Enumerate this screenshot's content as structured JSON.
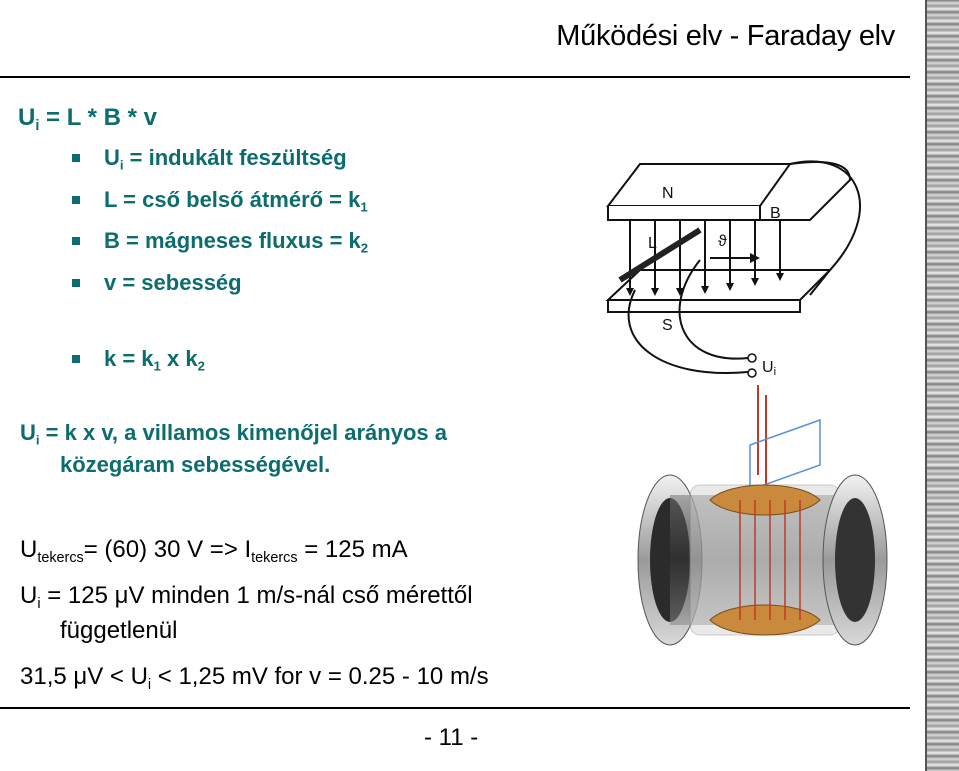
{
  "title": "Működési elv - Faraday elv",
  "formula": {
    "main": "U",
    "main_sub": "i",
    "rest": " = L * B * v"
  },
  "bullets": [
    {
      "pre": "U",
      "sub": "i",
      "post": " = indukált feszültség"
    },
    {
      "pre": "L = cső belső átmérő = k",
      "sub": "1",
      "post": ""
    },
    {
      "pre": "B = mágneses fluxus = k",
      "sub": "2",
      "post": ""
    },
    {
      "pre": "v = sebesség",
      "sub": "",
      "post": ""
    }
  ],
  "k_bullet": {
    "a": "k = k",
    "a_sub": "1",
    "b": " x k",
    "b_sub": "2"
  },
  "statement": {
    "pre": "U",
    "sub": "i",
    "line1": " = k x v, a villamos kimenőjel arányos a",
    "line2": "közegáram sebességével."
  },
  "specs": {
    "line1": {
      "a": "U",
      "a_sub": "tekercs",
      "b": "= (60) 30 V => I",
      "b_sub": "tekercs",
      "c": " = 125 mA"
    },
    "line2": {
      "a": "U",
      "a_sub": "i",
      "b": " = 125 μV minden 1 m/s-nál cső mérettől"
    },
    "line3": "függetlenül",
    "line4": {
      "a": "31,5 μV < U",
      "a_sub": "i",
      "b": " < 1,25 mV for v = 0.25 - 10 m/s"
    }
  },
  "diagram_labels": {
    "north": "N",
    "south": "S",
    "b": "B",
    "l": "L",
    "v": "ϑ",
    "ui": "U",
    "ui_sub": "i"
  },
  "page_number": "- 11 -"
}
